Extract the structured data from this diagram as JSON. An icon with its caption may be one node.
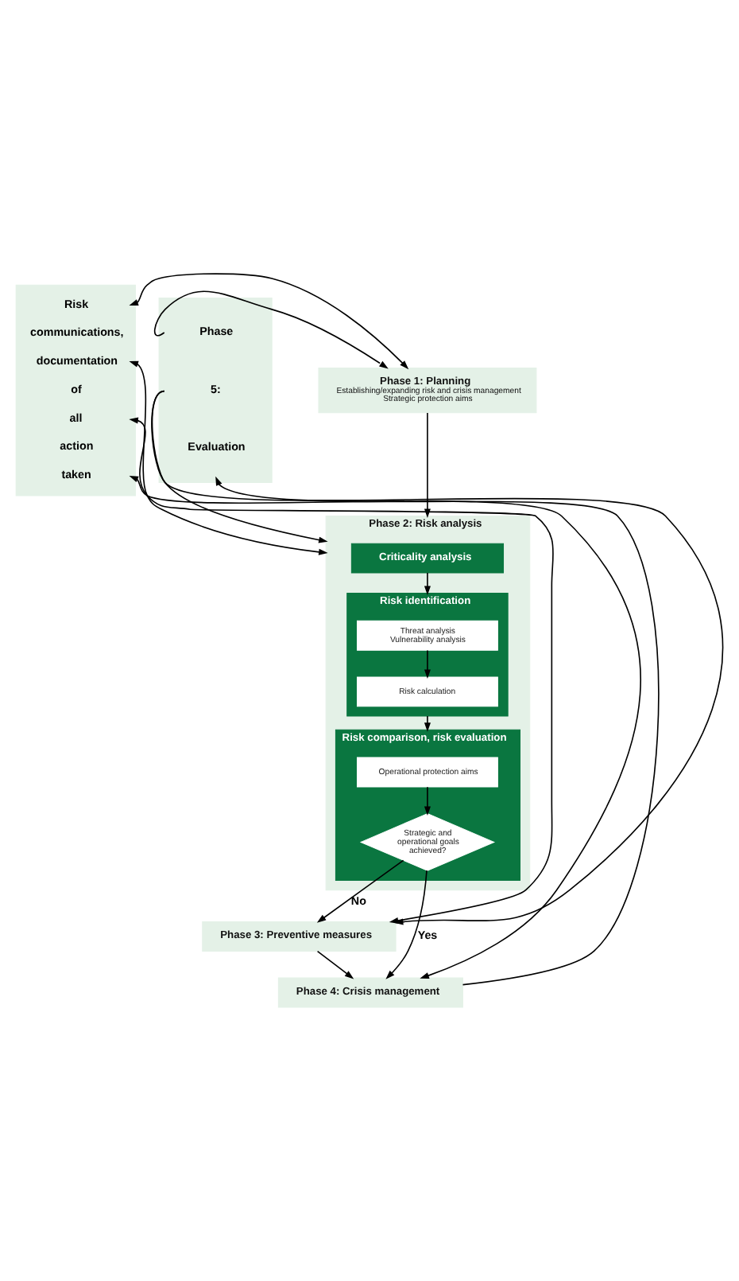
{
  "diagram": {
    "nodes": [
      {
        "text": [
          "Risk communications, documentation of all action taken"
        ]
      },
      {
        "text": [
          "Phase 1: Planning",
          "Establishing/expanding risk and crisis management",
          "Strategic protection aims"
        ]
      },
      {
        "text": [
          "Phase 2: Risk analysis"
        ]
      },
      {
        "text": [
          "Criticality analysis"
        ],
        "in": 2
      },
      {
        "text": [
          "Risk identification"
        ],
        "in": 2
      },
      {
        "text": [
          "Threat analysis",
          "Vulnerability analysis"
        ],
        "in": 4
      },
      {
        "text": [
          "Risk calculation"
        ],
        "in": 4
      },
      {
        "text": [
          "Risk comparison, risk evaluation"
        ],
        "in": 2
      },
      {
        "text": [
          "Operational protection aims"
        ],
        "in": 7
      },
      {
        "text": [
          "Strategic and operational goals achieved?"
        ],
        "in": 7
      },
      {
        "text": [
          "Phase 3: Preventive measures"
        ]
      },
      {
        "text": [
          "Phase 4: Crisis management"
        ]
      },
      {
        "text": [
          "Phase 5: Evaluation"
        ]
      }
    ],
    "edges": [
      {
        "from": 0,
        "to": 1,
        "arrow": "both"
      },
      {
        "from": 0,
        "to": 2,
        "arrow": "both"
      },
      {
        "from": 0,
        "to": 10,
        "arrow": "both"
      },
      {
        "from": 0,
        "to": 11,
        "arrow": "both"
      },
      {
        "from": 12,
        "to": 1,
        "arrow": "to"
      },
      {
        "from": 12,
        "to": 2,
        "arrow": "to"
      },
      {
        "from": 12,
        "to": 10,
        "arrow": "to"
      },
      {
        "from": 1,
        "to": 2,
        "arrow": "to"
      },
      {
        "from": 3,
        "to": 4,
        "arrow": "to"
      },
      {
        "from": 5,
        "to": 6,
        "arrow": "to"
      },
      {
        "from": 4,
        "to": 7,
        "arrow": "to"
      },
      {
        "from": 8,
        "to": 9,
        "arrow": "to"
      },
      {
        "from": 9,
        "to": 11,
        "arrow": "to",
        "label": "Yes"
      },
      {
        "from": 9,
        "to": 10,
        "arrow": "to",
        "label": "No"
      },
      {
        "from": 10,
        "to": 11,
        "arrow": "to"
      },
      {
        "from": 11,
        "to": 12,
        "arrow": "to"
      }
    ]
  }
}
